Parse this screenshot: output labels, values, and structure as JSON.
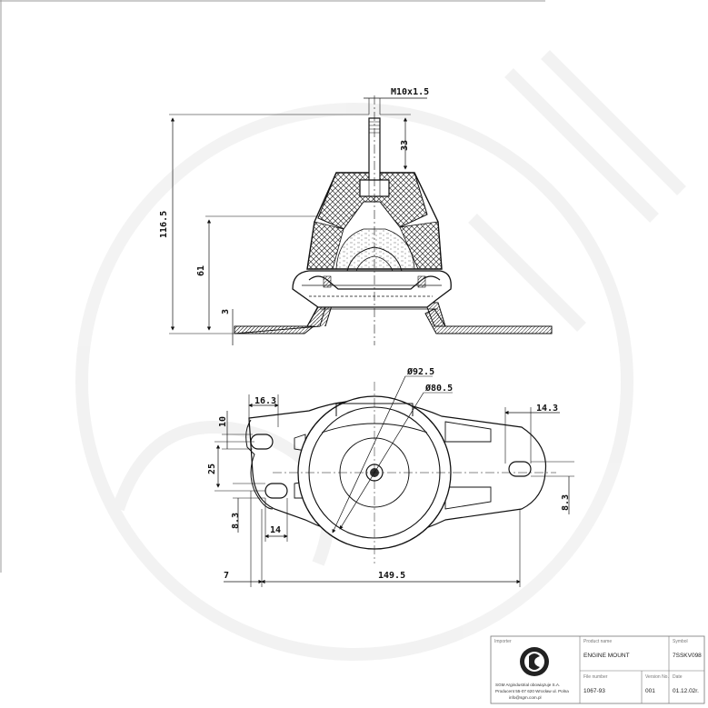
{
  "dimensions": {
    "thread": "M10x1.5",
    "stud_height": "33",
    "total_height": "116.5",
    "body_height": "61",
    "plate_thickness": "3",
    "outer_diameter": "Ø92.5",
    "inner_diameter": "Ø80.5",
    "hole_offset_left": "16.3",
    "hole_width_left": "10",
    "hole_spacing": "25",
    "hole_dia_left": "8.3",
    "hole_pitch": "14",
    "edge_offset": "7",
    "total_length": "149.5",
    "hole_offset_right": "14.3",
    "hole_dia_right": "8.3"
  },
  "title_block": {
    "importer_label": "Importer",
    "importer_text_1": "SGM Argindustrial obowiązuje S.A.",
    "importer_text_2": "Producent 55-07 620 Wrocław ul. Polna",
    "importer_text_3": "info@sgm.com.pl",
    "product_name_label": "Product name",
    "product_name": "ENGINE MOUNT",
    "symbol_label": "Symbol",
    "symbol": "7SSKV098",
    "file_number_label": "File number",
    "file_number": "1067-93",
    "version_label": "Version No.",
    "version": "001",
    "date_label": "Date",
    "date": "01.12.02r."
  }
}
